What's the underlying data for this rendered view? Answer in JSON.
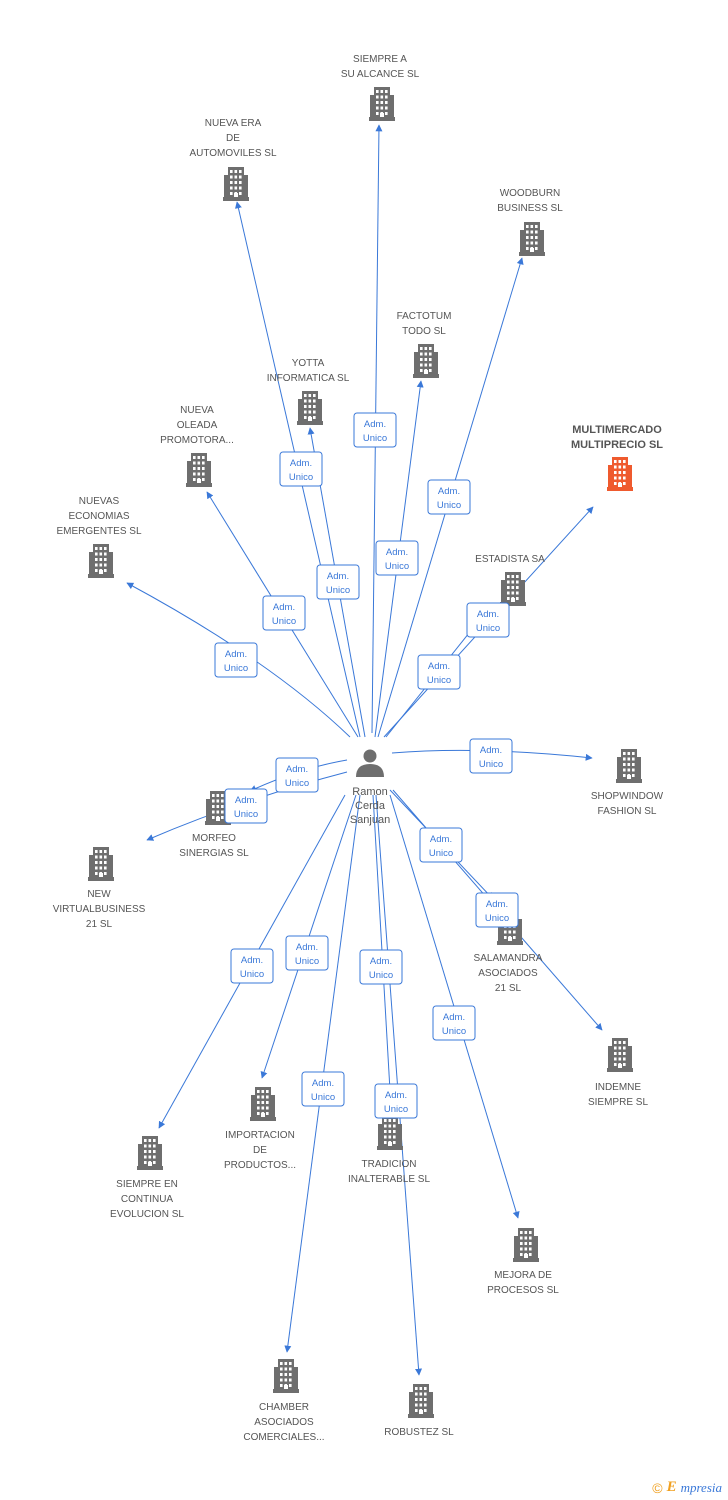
{
  "person": {
    "lines": [
      "Ramon",
      "Cerda",
      "Sanjuan"
    ]
  },
  "relation_label": [
    "Adm.",
    "Unico"
  ],
  "colors": {
    "edge": "#3a78d8",
    "building": "#6e6e6e",
    "highlight": "#ef5a2e"
  },
  "companies": [
    {
      "id": "siempre-a-su-alcance",
      "lines": [
        "SIEMPRE A",
        "SU ALCANCE SL"
      ]
    },
    {
      "id": "nueva-era",
      "lines": [
        "NUEVA ERA",
        "DE",
        "AUTOMOVILES SL"
      ]
    },
    {
      "id": "woodburn",
      "lines": [
        "WOODBURN",
        "BUSINESS SL"
      ]
    },
    {
      "id": "factotum",
      "lines": [
        "FACTOTUM",
        "TODO SL"
      ]
    },
    {
      "id": "yotta",
      "lines": [
        "YOTTA",
        "INFORMATICA SL"
      ]
    },
    {
      "id": "multimercado",
      "lines": [
        "MULTIMERCADO",
        "MULTIPRECIO SL"
      ],
      "highlight": true
    },
    {
      "id": "nueva-oleada",
      "lines": [
        "NUEVA",
        "OLEADA",
        "PROMOTORA..."
      ]
    },
    {
      "id": "nuevas-economias",
      "lines": [
        "NUEVAS",
        "ECONOMIAS",
        "EMERGENTES SL"
      ]
    },
    {
      "id": "estadista",
      "lines": [
        "ESTADISTA SA"
      ]
    },
    {
      "id": "shopwindow",
      "lines": [
        "SHOPWINDOW",
        "FASHION SL"
      ]
    },
    {
      "id": "morfeo",
      "lines": [
        "MORFEO",
        "SINERGIAS SL"
      ]
    },
    {
      "id": "new-virtualbusiness",
      "lines": [
        "NEW",
        "VIRTUALBUSINESS",
        "21 SL"
      ]
    },
    {
      "id": "salamandra",
      "lines": [
        "SALAMANDRA",
        "ASOCIADOS",
        "21 SL"
      ]
    },
    {
      "id": "indemne",
      "lines": [
        "INDEMNE",
        "SIEMPRE SL"
      ]
    },
    {
      "id": "importacion",
      "lines": [
        "IMPORTACION",
        "DE",
        "PRODUCTOS..."
      ]
    },
    {
      "id": "siempre-en-continua",
      "lines": [
        "SIEMPRE EN",
        "CONTINUA",
        "EVOLUCION SL"
      ]
    },
    {
      "id": "tradicion",
      "lines": [
        "TRADICION",
        "INALTERABLE SL"
      ]
    },
    {
      "id": "mejora",
      "lines": [
        "MEJORA DE",
        "PROCESOS SL"
      ]
    },
    {
      "id": "chamber",
      "lines": [
        "CHAMBER",
        "ASOCIADOS",
        "COMERCIALES..."
      ]
    },
    {
      "id": "robustez",
      "lines": [
        "ROBUSTEZ SL"
      ]
    }
  ],
  "footer": {
    "copyright": "©",
    "brand_initial": "E",
    "brand_rest": "mpresia"
  }
}
